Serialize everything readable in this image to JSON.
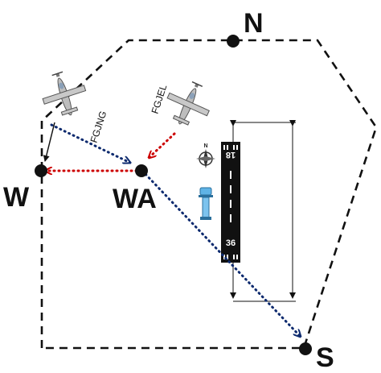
{
  "points": {
    "north": "N",
    "west": "W",
    "west_arrival": "WA",
    "south": "S"
  },
  "aircraft": [
    {
      "callsign": "FGJNG"
    },
    {
      "callsign": "FGJEL"
    }
  ],
  "runway": {
    "north_end": "18",
    "south_end": "36"
  },
  "icons": [
    "compass-rose-icon",
    "control-tower-icon",
    "airplane-icon"
  ],
  "colors": {
    "fgjng_track": "#0d2a6e",
    "fgjel_track": "#cc0000",
    "zone_boundary": "#111111",
    "runway": "#111111"
  }
}
